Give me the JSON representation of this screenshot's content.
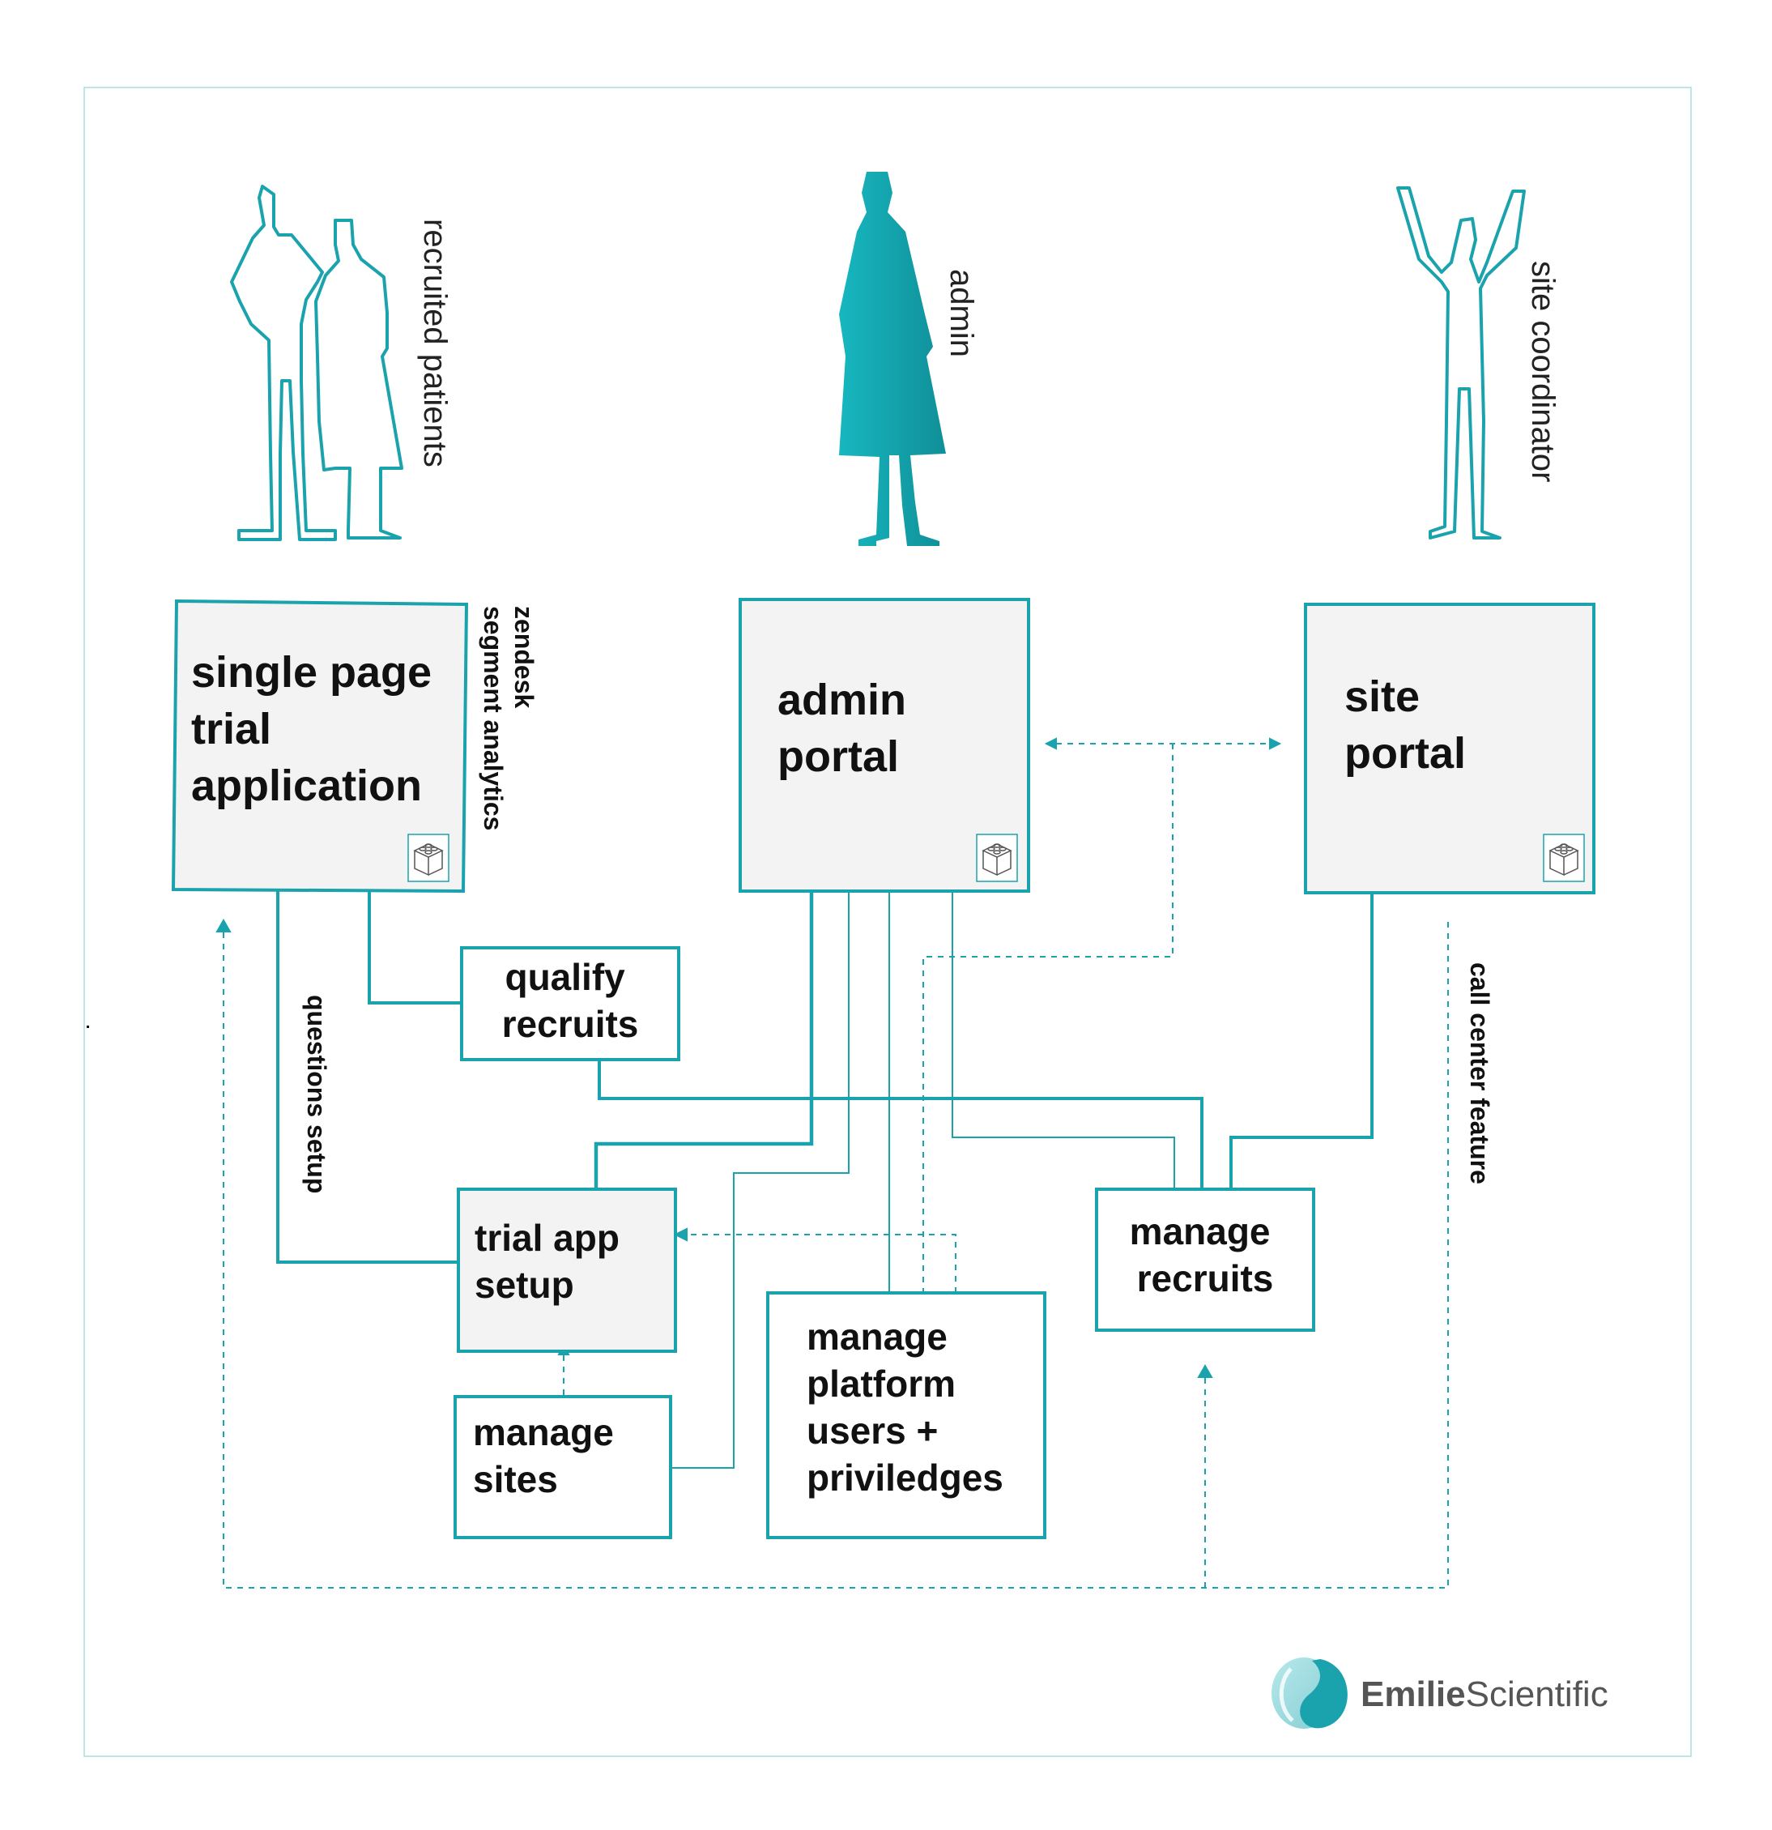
{
  "personas": {
    "patients": {
      "label": "recruited patients"
    },
    "admin": {
      "label": "admin"
    },
    "coordinator": {
      "label": "site coordinator"
    }
  },
  "boxes": {
    "spa": {
      "lines": [
        "single page",
        "trial",
        "application"
      ]
    },
    "admin_portal": {
      "lines": [
        "admin",
        "portal"
      ]
    },
    "site_portal": {
      "lines": [
        "site",
        "portal"
      ]
    },
    "qualify": {
      "lines": [
        "qualify",
        "recruits"
      ]
    },
    "trial_setup": {
      "lines": [
        "trial app",
        "setup"
      ]
    },
    "manage_sites": {
      "lines": [
        "manage",
        "sites"
      ]
    },
    "manage_users": {
      "lines": [
        "manage",
        "platform",
        "users +",
        "priviledges"
      ]
    },
    "manage_recruits": {
      "lines": [
        "manage",
        "recruits"
      ]
    }
  },
  "side_labels": {
    "spa_integrations": [
      "zendesk",
      "segment analytics"
    ],
    "questions_setup": "questions setup",
    "call_center": "call center feature"
  },
  "logo": {
    "brand_bold": "Emilie",
    "brand_light": "Scientific"
  },
  "colors": {
    "accent": "#1ba3ad",
    "box_fill": "#f3f3f3",
    "frame": "#a9dde1"
  }
}
